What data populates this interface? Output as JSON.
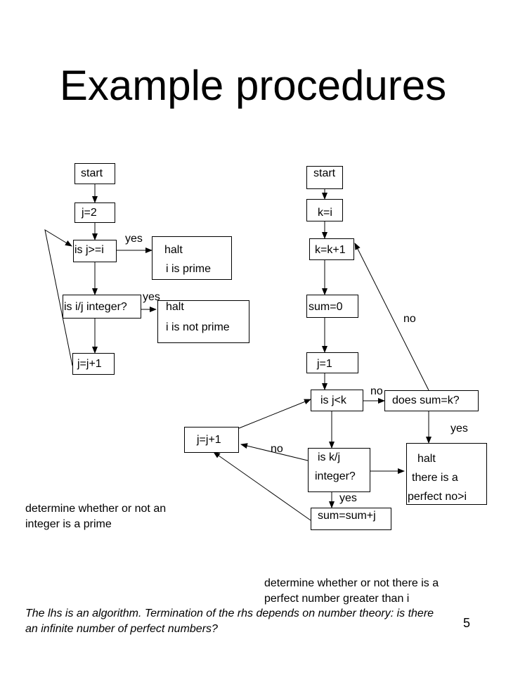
{
  "title": "Example procedures",
  "left_flow": {
    "start": "start",
    "init": "j=2",
    "test_j": "is j>=i",
    "halt1": "halt",
    "halt1_sub": "i is prime",
    "test_div": "is i/j integer?",
    "halt2": "halt",
    "halt2_sub": "i is not prime",
    "incr": "j=j+1",
    "yes1": "yes",
    "yes2": "yes",
    "caption_line1": "determine whether or not an",
    "caption_line2": "integer is a prime"
  },
  "right_flow": {
    "start": "start",
    "init_k": "k=i",
    "incr_k": "k=k+1",
    "init_sum": "sum=0",
    "init_j": "j=1",
    "test_j": "is j<k",
    "test_sum": "does sum=k?",
    "incr_j": "j=j+1",
    "test_div_line1": "is k/j",
    "test_div_line2": "integer?",
    "add": "sum=sum+j",
    "halt": "halt",
    "halt_sub1": "there is a",
    "halt_sub2": "perfect no>i",
    "no_top": "no",
    "no_mid": "no",
    "no_left": "no",
    "yes_right": "yes",
    "yes_bottom": "yes",
    "caption_line1": "determine whether or not there is a",
    "caption_line2": "perfect number greater than i"
  },
  "footer_line1": "The lhs is an algorithm. Termination of the rhs depends on number theory: is there",
  "footer_line2": "an infinite number of perfect numbers?",
  "page_number": "5"
}
